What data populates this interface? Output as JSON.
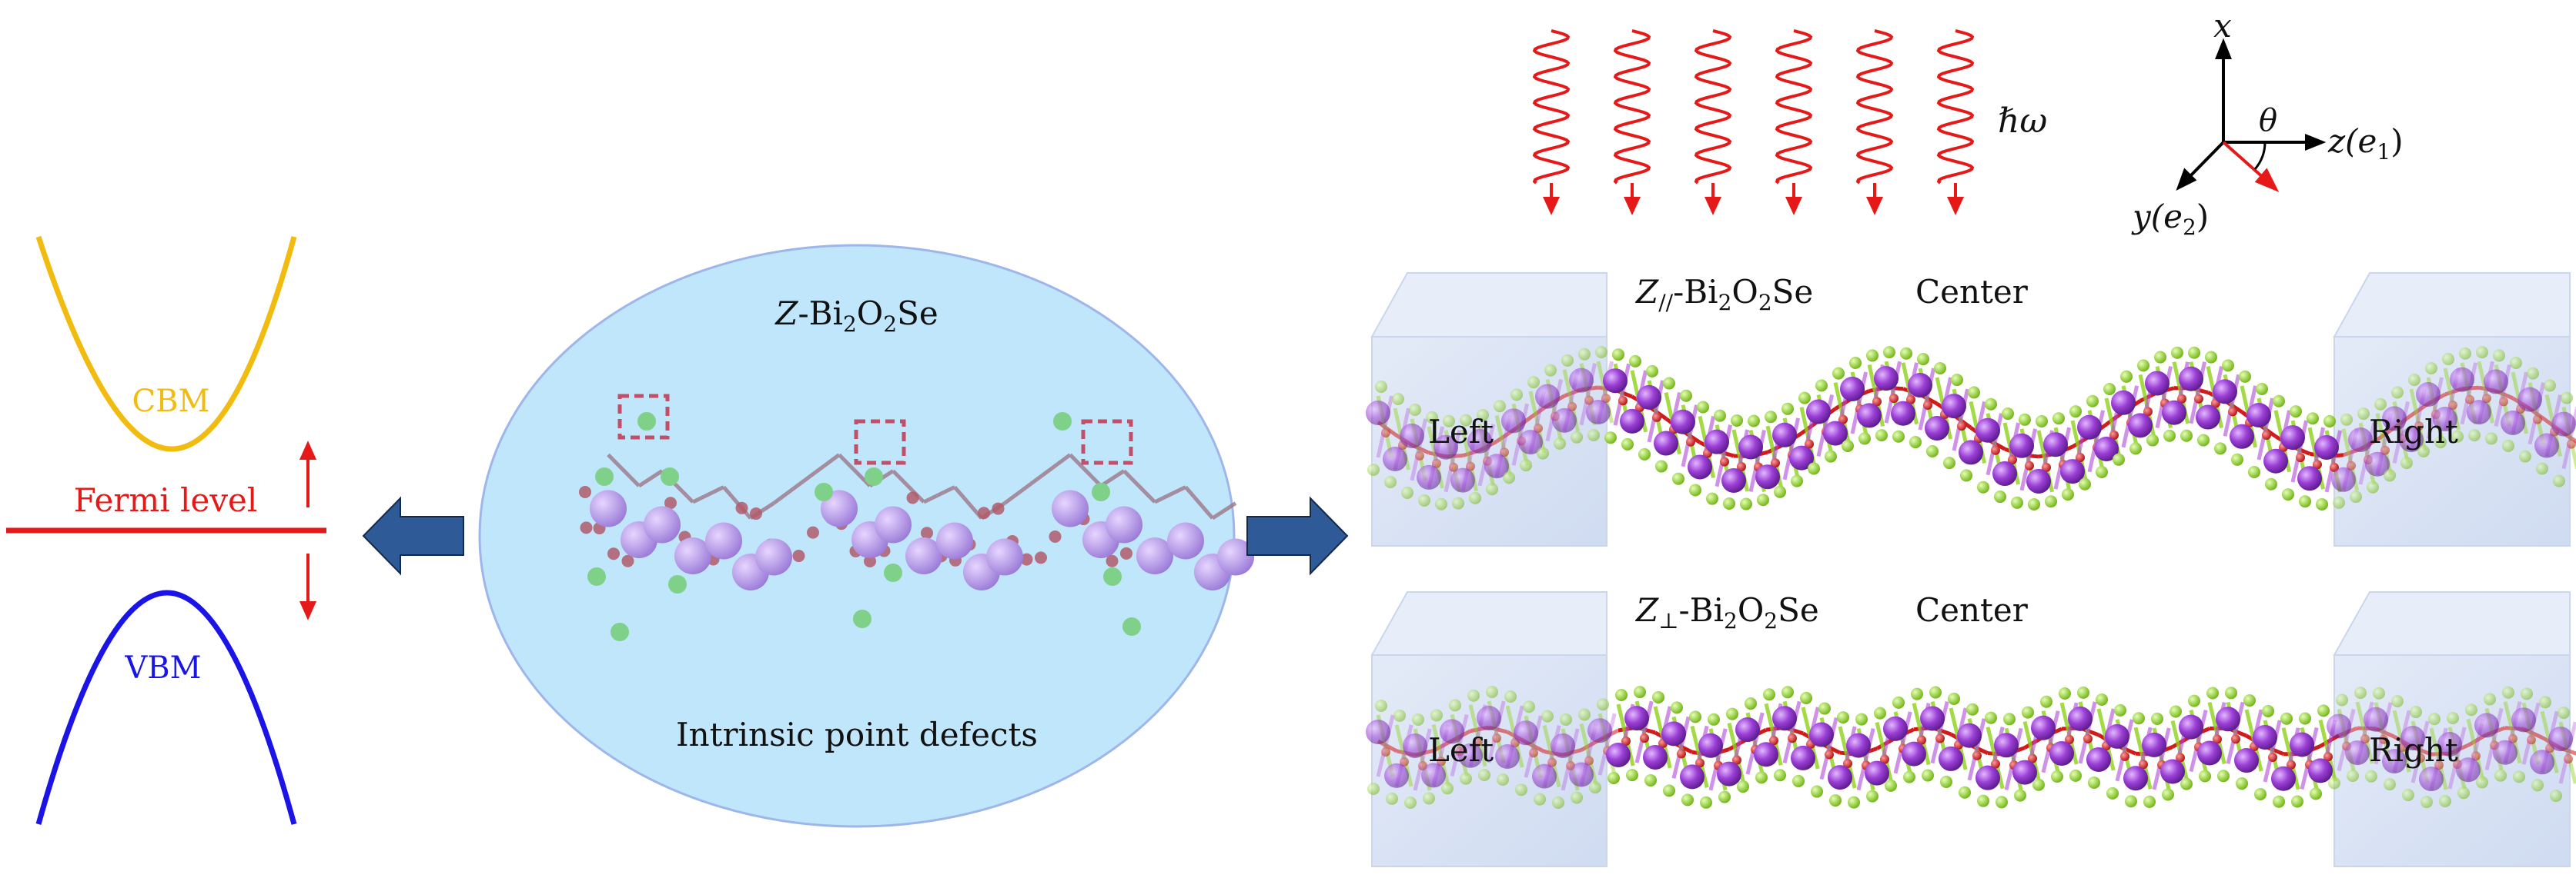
{
  "band_diagram": {
    "cbm_label": "CBM",
    "vbm_label": "VBM",
    "fermi_label": "Fermi level",
    "colors": {
      "cbm": "#f2bb10",
      "vbm": "#1a14e6",
      "fermi": "#e61919"
    }
  },
  "center_panel": {
    "title_italic": "Z",
    "title_rest": "-Bi",
    "title_sub1": "2",
    "title_mid": "O",
    "title_sub2": "2",
    "title_end": "Se",
    "caption": "Intrinsic point defects",
    "fill_color": "#bfe6fb"
  },
  "light": {
    "label": "ℏω",
    "color": "#e61919"
  },
  "axes": {
    "x_label": "x",
    "z_label": "z(e",
    "z_sub": "1",
    "z_close": ")",
    "y_label": "y(e",
    "y_sub": "2",
    "y_close": ")",
    "theta_label": "θ"
  },
  "device_parallel": {
    "title_italic": "Z",
    "title_sub": "//",
    "title_rest": "-Bi",
    "title_sub1": "2",
    "title_mid": "O",
    "title_sub2": "2",
    "title_end": "Se",
    "center_label": "Center",
    "left_label": "Left",
    "right_label": "Right"
  },
  "device_perp": {
    "title_italic": "Z",
    "title_sub": "⊥",
    "title_rest": "-Bi",
    "title_sub1": "2",
    "title_mid": "O",
    "title_sub2": "2",
    "title_end": "Se",
    "center_label": "Center",
    "left_label": "Left",
    "right_label": "Right"
  },
  "atom_colors": {
    "bi": "#9b3fd6",
    "o": "#d11a1a",
    "se": "#8fd11a",
    "defect_box": "#c0506a"
  }
}
